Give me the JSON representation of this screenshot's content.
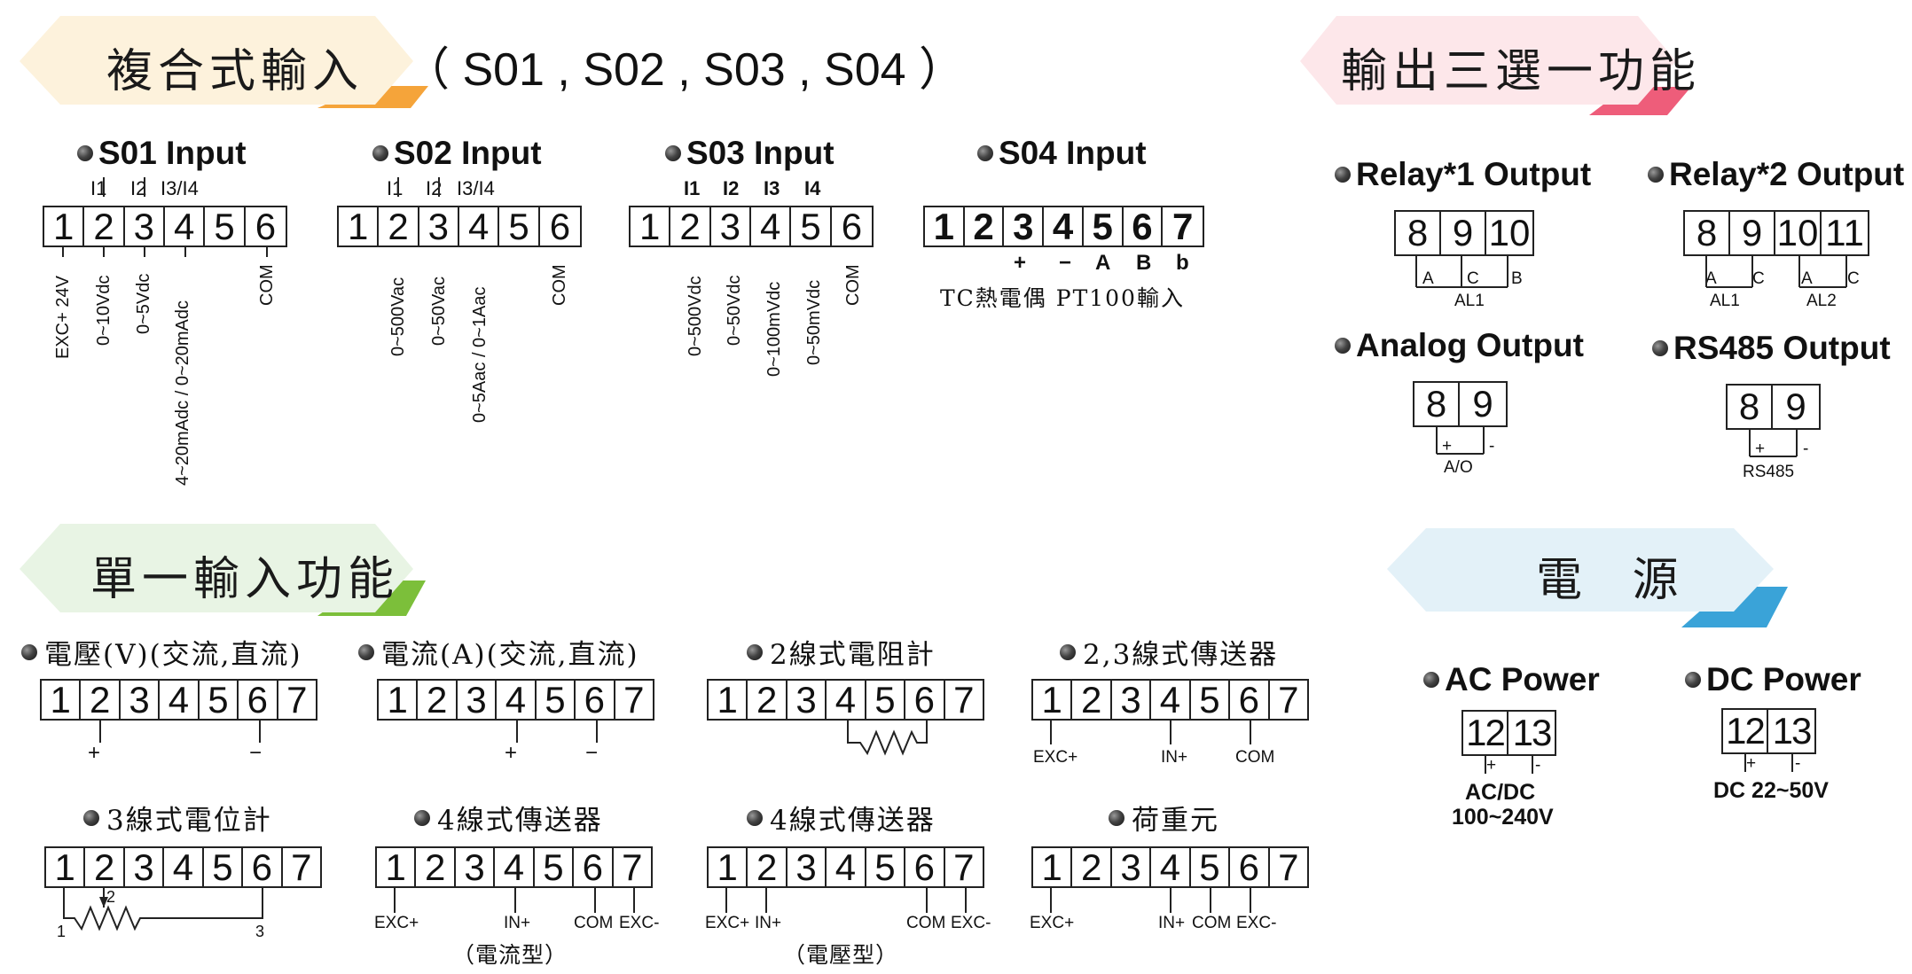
{
  "banners": {
    "composite": "複合式輸入",
    "composite_models": "（ S01 , S02 , S03 , S04 ）",
    "single": "單一輸入功能",
    "output": "輸出三選一功能",
    "power": "電 源"
  },
  "colors": {
    "orange": "#f5a43a",
    "green": "#7cbf3a",
    "pink": "#ee5d7a",
    "blue": "#3aa3d8"
  },
  "composite": {
    "s01": {
      "title": "S01 Input",
      "headers": [
        "I1",
        "I2",
        "I3/I4"
      ],
      "terminals": [
        "1",
        "2",
        "3",
        "4",
        "5",
        "6"
      ],
      "labels": [
        "EXC+ 24V",
        "0~10Vdc",
        "0~5Vdc",
        "4~20mAdc / 0~20mAdc",
        "COM"
      ]
    },
    "s02": {
      "title": "S02 Input",
      "headers": [
        "I1",
        "I2",
        "I3/I4"
      ],
      "terminals": [
        "1",
        "2",
        "3",
        "4",
        "5",
        "6"
      ],
      "labels": [
        "0~500Vac",
        "0~50Vac",
        "0~5Aac / 0~1Aac",
        "COM"
      ]
    },
    "s03": {
      "title": "S03 Input",
      "headers": [
        "I1",
        "I2",
        "I3",
        "I4"
      ],
      "terminals": [
        "1",
        "2",
        "3",
        "4",
        "5",
        "6"
      ],
      "labels": [
        "0~500Vdc",
        "0~50Vdc",
        "0~100mVdc",
        "0~50mVdc",
        "COM"
      ]
    },
    "s04": {
      "title": "S04 Input",
      "terminals": [
        "1",
        "2",
        "3",
        "4",
        "5",
        "6",
        "7"
      ],
      "signs": [
        "+",
        "−",
        "A",
        "B",
        "b"
      ],
      "note": "TC熱電偶 PT100輸入"
    }
  },
  "single": [
    {
      "caption": "電壓(V)(交流,直流)",
      "terminals": [
        "1",
        "2",
        "3",
        "4",
        "5",
        "6",
        "7"
      ],
      "labels": [
        "+",
        "−"
      ]
    },
    {
      "caption": "電流(A)(交流,直流)",
      "terminals": [
        "1",
        "2",
        "3",
        "4",
        "5",
        "6",
        "7"
      ],
      "labels": [
        "+",
        "−"
      ]
    },
    {
      "caption": "2線式電阻計",
      "terminals": [
        "1",
        "2",
        "3",
        "4",
        "5",
        "6",
        "7"
      ],
      "labels": []
    },
    {
      "caption": "2,3線式傳送器",
      "terminals": [
        "1",
        "2",
        "3",
        "4",
        "5",
        "6",
        "7"
      ],
      "labels": [
        "EXC+",
        "IN+",
        "COM"
      ]
    },
    {
      "caption": "3線式電位計",
      "terminals": [
        "1",
        "2",
        "3",
        "4",
        "5",
        "6",
        "7"
      ],
      "labels": [
        "1",
        "2",
        "3"
      ]
    },
    {
      "caption": "4線式傳送器",
      "terminals": [
        "1",
        "2",
        "3",
        "4",
        "5",
        "6",
        "7"
      ],
      "labels": [
        "EXC+",
        "IN+",
        "COM",
        "EXC-"
      ],
      "note": "（電流型）"
    },
    {
      "caption": "4線式傳送器",
      "terminals": [
        "1",
        "2",
        "3",
        "4",
        "5",
        "6",
        "7"
      ],
      "labels": [
        "EXC+",
        "IN+",
        "COM",
        "EXC-"
      ],
      "note": "（電壓型）"
    },
    {
      "caption": "荷重元",
      "terminals": [
        "1",
        "2",
        "3",
        "4",
        "5",
        "6",
        "7"
      ],
      "labels": [
        "EXC+",
        "IN+",
        "COM",
        "EXC-"
      ]
    }
  ],
  "output": {
    "relay1": {
      "title": "Relay*1 Output",
      "terminals": [
        "8",
        "9",
        "10"
      ],
      "labels": [
        "A",
        "C",
        "B"
      ],
      "group": "AL1"
    },
    "relay2": {
      "title": "Relay*2 Output",
      "terminals": [
        "8",
        "9",
        "10",
        "11"
      ],
      "labels": [
        "A",
        "C",
        "A",
        "C"
      ],
      "groups": [
        "AL1",
        "AL2"
      ]
    },
    "analog": {
      "title": "Analog Output",
      "terminals": [
        "8",
        "9"
      ],
      "labels": [
        "+",
        "-"
      ],
      "group": "A/O"
    },
    "rs485": {
      "title": "RS485 Output",
      "terminals": [
        "8",
        "9"
      ],
      "labels": [
        "+",
        "-"
      ],
      "group": "RS485"
    }
  },
  "power": {
    "ac": {
      "title": "AC Power",
      "terminals": [
        "12",
        "13"
      ],
      "labels": [
        "+",
        "-"
      ],
      "spec1": "AC/DC",
      "spec2": "100~240V"
    },
    "dc": {
      "title": "DC Power",
      "terminals": [
        "12",
        "13"
      ],
      "labels": [
        "+",
        "-"
      ],
      "spec": "DC 22~50V"
    }
  }
}
